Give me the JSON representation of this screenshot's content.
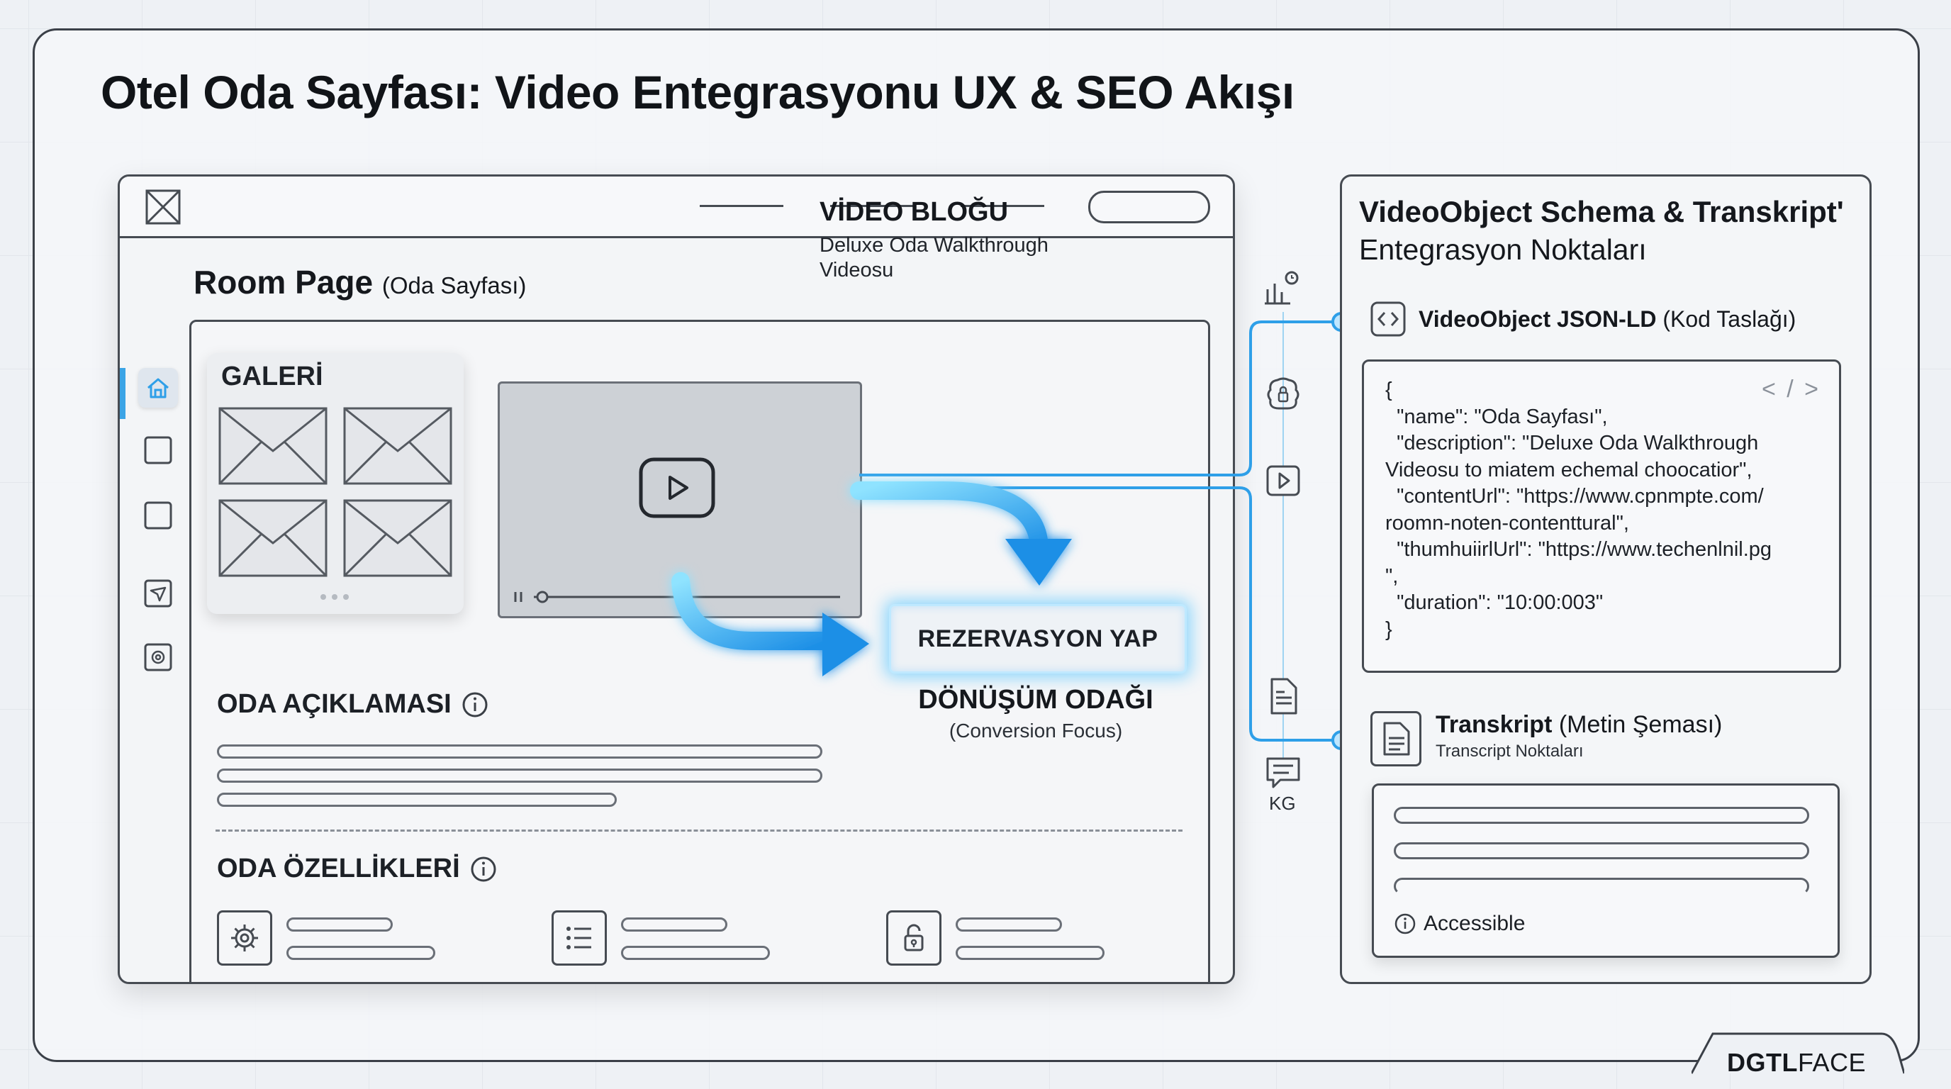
{
  "title": "Otel Oda Sayfası: Video Entegrasyonu UX & SEO Akışı",
  "room_page": {
    "title": "Room Page",
    "subtitle": "(Oda Sayfası)",
    "gallery_title": "GALERİ",
    "video_block": {
      "title": "VİDEO BLOĞU",
      "subtitle": "Deluxe Oda Walkthrough Videosu"
    },
    "reserve_button": "REZERVASYON YAP",
    "conversion": {
      "title": "DÖNÜŞÜM ODAĞI",
      "subtitle": "(Conversion Focus)"
    },
    "description_title": "ODA AÇIKLAMASI",
    "features_title": "ODA ÖZELLİKLERİ"
  },
  "connector": {
    "kg_label": "KG"
  },
  "schema_panel": {
    "title": "VideoObject Schema & Transkript'",
    "subtitle": "Entegrasyon Noktaları",
    "json_ld": {
      "label_bold": "VideoObject JSON-LD",
      "label_rest": " (Kod Taslağı)",
      "code_tag": "< / >",
      "code": "{\n  \"name\": \"Oda Sayfası\",\n  \"description\": \"Deluxe Oda Walkthrough\nVideosu to miatem echemal choocatior\",\n  \"contentUrl\": \"https://www.cpnmpte.com/\nroomn-noten-contenttural\",\n  \"thumhuiirlUrl\": \"https://www.techenlnil.pg\n\",\n  \"duration\": \"10:00:003\"\n}"
    },
    "transcript": {
      "label_bold": "Transkript",
      "label_rest": " (Metin Şeması)",
      "sublabel": "Transcript Noktaları",
      "accessible": "Accessible"
    }
  },
  "brand": {
    "bold": "DGTL",
    "rest": "FACE"
  },
  "colors": {
    "accent_blue": "#2e9fe8",
    "glow_blue": "#5fd0ff",
    "line_dark": "#464b52"
  }
}
